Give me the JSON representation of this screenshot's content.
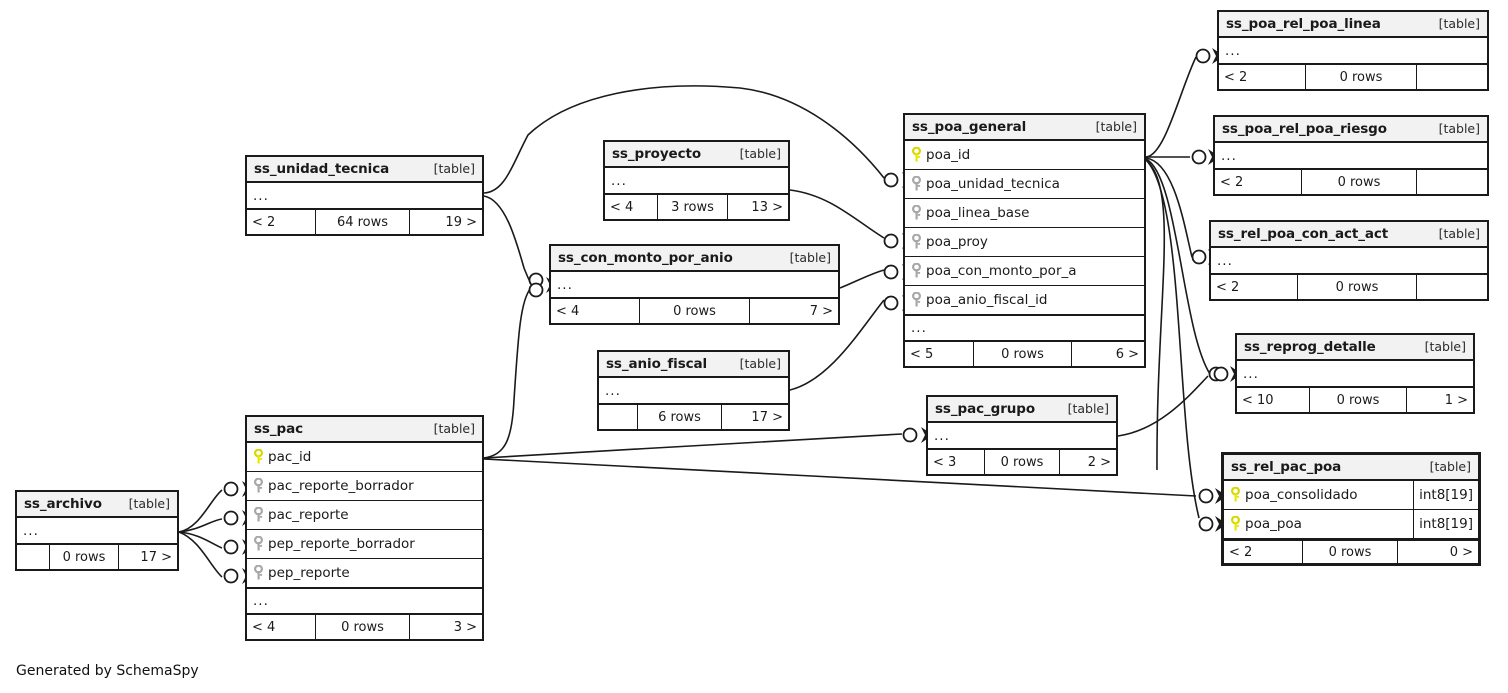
{
  "diagram": {
    "type": "er-diagram",
    "generator_credit": "Generated by SchemaSpy",
    "kind_label": "[table]",
    "ellipsis": "...",
    "colors": {
      "primary_key": "#e8e800",
      "foreign_key": "#a8a8a8",
      "header_bg": "#f2f2f2",
      "border": "#1a1a1a",
      "background": "#ffffff"
    }
  },
  "tables": [
    {
      "id": "ss_unidad_tecnica",
      "name": "ss_unidad_tecnica",
      "kind": "[table]",
      "has_ellipsis": true,
      "columns": [],
      "footer": {
        "left": "< 2",
        "mid": "64 rows",
        "right": "19 >"
      }
    },
    {
      "id": "ss_proyecto",
      "name": "ss_proyecto",
      "kind": "[table]",
      "has_ellipsis": true,
      "columns": [],
      "footer": {
        "left": "< 4",
        "mid": "3 rows",
        "right": "13 >"
      }
    },
    {
      "id": "ss_con_monto_por_anio",
      "name": "ss_con_monto_por_anio",
      "kind": "[table]",
      "has_ellipsis": true,
      "columns": [],
      "footer": {
        "left": "< 4",
        "mid": "0 rows",
        "right": "7 >"
      }
    },
    {
      "id": "ss_anio_fiscal",
      "name": "ss_anio_fiscal",
      "kind": "[table]",
      "has_ellipsis": true,
      "columns": [],
      "footer": {
        "left": "",
        "mid": "6 rows",
        "right": "17 >"
      }
    },
    {
      "id": "ss_pac",
      "name": "ss_pac",
      "kind": "[table]",
      "has_ellipsis": true,
      "columns": [
        {
          "name": "pac_id",
          "key": "primary",
          "type": ""
        },
        {
          "name": "pac_reporte_borrador",
          "key": "foreign",
          "type": ""
        },
        {
          "name": "pac_reporte",
          "key": "foreign",
          "type": ""
        },
        {
          "name": "pep_reporte_borrador",
          "key": "foreign",
          "type": ""
        },
        {
          "name": "pep_reporte",
          "key": "foreign",
          "type": ""
        }
      ],
      "footer": {
        "left": "< 4",
        "mid": "0 rows",
        "right": "3 >"
      }
    },
    {
      "id": "ss_archivo",
      "name": "ss_archivo",
      "kind": "[table]",
      "has_ellipsis": true,
      "columns": [],
      "footer": {
        "left": "",
        "mid": "0 rows",
        "right": "17 >"
      }
    },
    {
      "id": "ss_poa_general",
      "name": "ss_poa_general",
      "kind": "[table]",
      "has_ellipsis": true,
      "columns": [
        {
          "name": "poa_id",
          "key": "primary",
          "type": ""
        },
        {
          "name": "poa_unidad_tecnica",
          "key": "foreign",
          "type": ""
        },
        {
          "name": "poa_linea_base",
          "key": "foreign",
          "type": ""
        },
        {
          "name": "poa_proy",
          "key": "foreign",
          "type": ""
        },
        {
          "name": "poa_con_monto_por_a",
          "key": "foreign",
          "type": ""
        },
        {
          "name": "poa_anio_fiscal_id",
          "key": "foreign",
          "type": ""
        }
      ],
      "footer": {
        "left": "< 5",
        "mid": "0 rows",
        "right": "6 >"
      }
    },
    {
      "id": "ss_pac_grupo",
      "name": "ss_pac_grupo",
      "kind": "[table]",
      "has_ellipsis": true,
      "columns": [],
      "footer": {
        "left": "< 3",
        "mid": "0 rows",
        "right": "2 >"
      }
    },
    {
      "id": "ss_poa_rel_poa_linea",
      "name": "ss_poa_rel_poa_linea",
      "kind": "[table]",
      "has_ellipsis": true,
      "columns": [],
      "footer": {
        "left": "< 2",
        "mid": "0 rows",
        "right": ""
      }
    },
    {
      "id": "ss_poa_rel_poa_riesgo",
      "name": "ss_poa_rel_poa_riesgo",
      "kind": "[table]",
      "has_ellipsis": true,
      "columns": [],
      "footer": {
        "left": "< 2",
        "mid": "0 rows",
        "right": ""
      }
    },
    {
      "id": "ss_rel_poa_con_act_act",
      "name": "ss_rel_poa_con_act_act",
      "kind": "[table]",
      "has_ellipsis": true,
      "columns": [],
      "footer": {
        "left": "< 2",
        "mid": "0 rows",
        "right": ""
      }
    },
    {
      "id": "ss_reprog_detalle",
      "name": "ss_reprog_detalle",
      "kind": "[table]",
      "has_ellipsis": true,
      "columns": [],
      "footer": {
        "left": "< 10",
        "mid": "0 rows",
        "right": "1 >"
      }
    },
    {
      "id": "ss_rel_pac_poa",
      "name": "ss_rel_pac_poa",
      "kind": "[table]",
      "focus": true,
      "has_ellipsis": false,
      "columns": [
        {
          "name": "poa_consolidado",
          "key": "primary",
          "type": "int8[19]"
        },
        {
          "name": "poa_poa",
          "key": "primary",
          "type": "int8[19]"
        }
      ],
      "footer": {
        "left": "< 2",
        "mid": "0 rows",
        "right": "0 >"
      }
    }
  ]
}
